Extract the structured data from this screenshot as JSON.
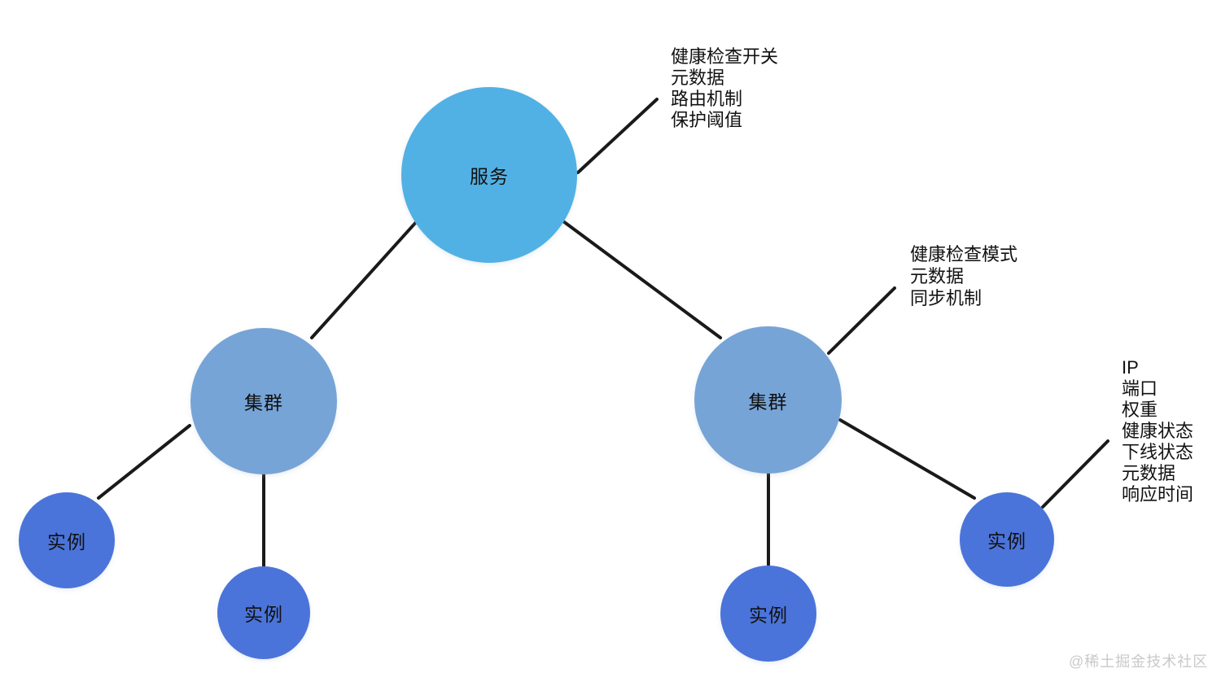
{
  "diagram": {
    "nodes": {
      "service": {
        "label": "服务"
      },
      "cluster_left": {
        "label": "集群"
      },
      "cluster_right": {
        "label": "集群"
      },
      "instance_left_1": {
        "label": "实例"
      },
      "instance_left_2": {
        "label": "实例"
      },
      "instance_middle": {
        "label": "实例"
      },
      "instance_right": {
        "label": "实例"
      }
    },
    "annotations": {
      "service_props": {
        "lines": [
          "健康检查开关",
          "元数据",
          "路由机制",
          "保护阈值"
        ]
      },
      "cluster_props": {
        "lines": [
          "健康检查模式",
          "元数据",
          "同步机制"
        ]
      },
      "instance_props": {
        "lines": [
          "IP",
          "端口",
          "权重",
          "健康状态",
          "下线状态",
          "元数据",
          "响应时间"
        ]
      }
    },
    "colors": {
      "service_fill": "#52b1e4",
      "cluster_fill": "#77a4d7",
      "instance_fill": "#4b74da",
      "edge_stroke": "#1a1a1a",
      "label_text": "#111111",
      "watermark_text": "#c9c9c9"
    },
    "watermark": "@稀土掘金技术社区"
  }
}
